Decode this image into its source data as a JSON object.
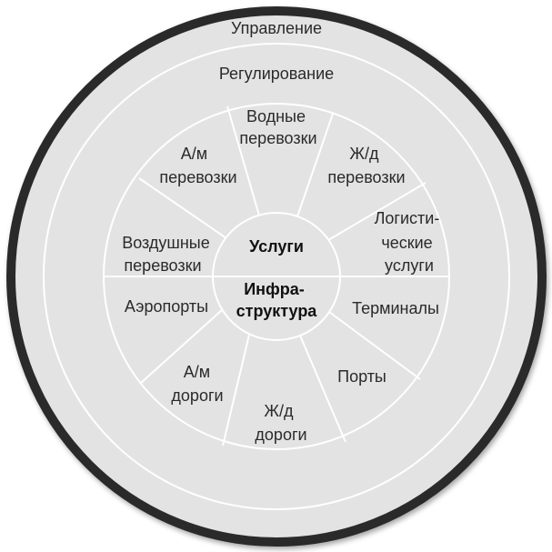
{
  "rings": {
    "outer": "Управление",
    "middle": "Регулирование"
  },
  "center": {
    "top": "Услуги",
    "bottom": [
      "Инфра-",
      "структура"
    ]
  },
  "services": [
    {
      "id": "water",
      "lines": [
        "Водные",
        "перевозки"
      ]
    },
    {
      "id": "rail",
      "lines": [
        "Ж/д",
        "перевозки"
      ]
    },
    {
      "id": "logistics",
      "lines": [
        "Логисти-",
        "ческие",
        "услуги"
      ]
    },
    {
      "id": "air",
      "lines": [
        "Воздушные",
        "перевозки"
      ]
    },
    {
      "id": "road",
      "lines": [
        "А/м",
        "перевозки"
      ]
    }
  ],
  "infrastructure": [
    {
      "id": "terminals",
      "lines": [
        "Терминалы"
      ]
    },
    {
      "id": "ports",
      "lines": [
        "Порты"
      ]
    },
    {
      "id": "railroads",
      "lines": [
        "Ж/д",
        "дороги"
      ]
    },
    {
      "id": "roads",
      "lines": [
        "А/м",
        "дороги"
      ]
    },
    {
      "id": "airports",
      "lines": [
        "Аэропорты"
      ]
    }
  ],
  "colors": {
    "fill": "#e3e3e3",
    "outer_border": "#2b2b2b",
    "lines": "#ffffff"
  }
}
